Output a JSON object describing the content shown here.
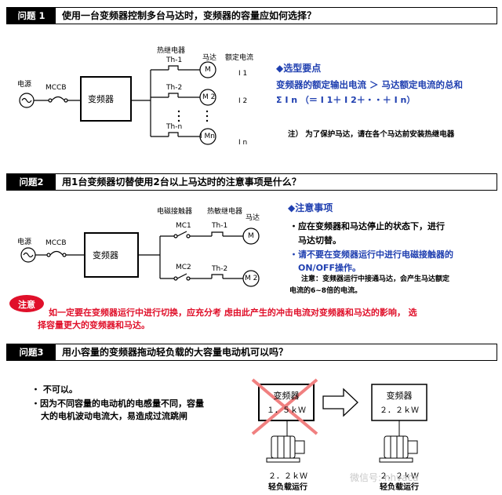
{
  "q1": {
    "tag": "问题 1",
    "question": "使用一台变频器控制多台马达时，变频器的容量应如何选择？",
    "diagram": {
      "power": "电源",
      "mccb": "MCCB",
      "inverter": "变频器",
      "relay_header": "热继电器",
      "motor_header": "马达",
      "current_header": "额定电流",
      "th1": "Th-1",
      "th2": "Th-2",
      "thn": "Th-n",
      "m1": "M",
      "m2": "M 2",
      "mn": "I Mn",
      "i1": "I 1",
      "i2": "I 2",
      "in": "I n"
    },
    "heading": "◆选型要点",
    "line1": "变频器的额定输出电流 ＞ 马达额定电流的总和",
    "line2": "Σ I n （＝ I 1＋ I 2＋・・＋ I n）",
    "note": "注） 为了保护马达，请在各个马达前安装热继电器"
  },
  "q2": {
    "tag": "问题2",
    "question": "用1台变频器切替使用2台以上马达时的注意事项是什么？",
    "diagram": {
      "power": "电源",
      "mccb": "MCCB",
      "inverter": "变频器",
      "contactor_header": "电磁接触器",
      "relay_header": "热敏继电器",
      "motor_header": "马达",
      "mc1": "MC1",
      "mc2": "MC2",
      "th1": "Th-1",
      "th2": "Th-2",
      "m1": "M",
      "m2": "M 2"
    },
    "heading": "◆注意事项",
    "bullet1a": "・应在变频器和马达停止的状态下，进行",
    "bullet1b": "马达切替。",
    "bullet2a": "・请不要在变频器运行中进行电磁接触器的",
    "bullet2b": "ON/OFF操作。",
    "note1": "注意：变频器运行中接通马达，会产生马达额定",
    "note2": "电流的6~8倍的电流。",
    "caution_badge": "注意",
    "caution1": "如一定要在变频器运行中进行切换，应充分考 虑由此产生的冲击电流对变频器和马达的影响， 选",
    "caution2": "择容量更大的变频器和马达。"
  },
  "q3": {
    "tag": "问题3",
    "question": "用小容量的变频器拖动轻负载的大容量电动机可以吗？",
    "answer1": "・ 不可以。",
    "answer2a": "・因为不同容量的电动机的电感量不同，容量",
    "answer2b": "大的电机波动电流大，易造成过流跳闸",
    "left_box_title": "变频器",
    "left_box_value": "１．５ｋＷ",
    "right_box_title": "变频器",
    "right_box_value": "２．２ｋＷ",
    "left_motor_kw": "２．２ｋＷ",
    "left_motor_load": "轻负载运行",
    "right_motor_kw": "２．２ｋＷ",
    "right_motor_load": "轻负载运行",
    "watermark": "微信号: nhvaca"
  },
  "colors": {
    "blue": "#1f3fb0",
    "red": "#e0102a"
  }
}
